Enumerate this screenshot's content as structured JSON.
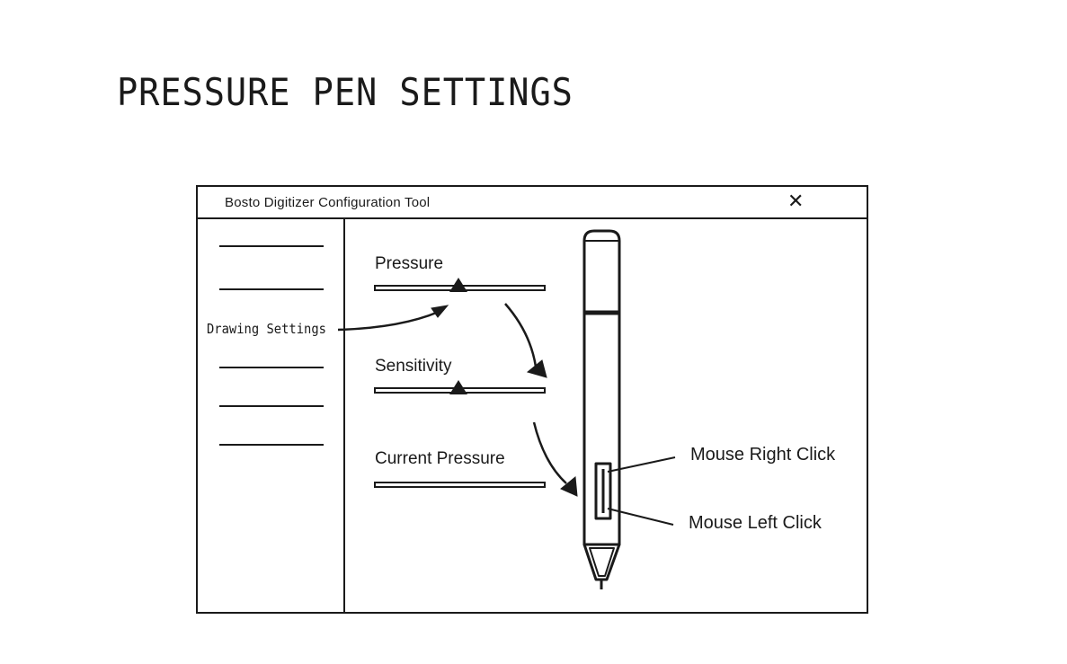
{
  "page": {
    "title": "PRESSURE PEN SETTINGS"
  },
  "window": {
    "title": "Bosto Digitizer Configuration Tool",
    "close_symbol": "✕"
  },
  "sidebar": {
    "active_label": "Drawing Settings"
  },
  "settings": [
    {
      "label": "Pressure",
      "thumb_position": 0.49
    },
    {
      "label": "Sensitivity",
      "thumb_position": 0.49
    },
    {
      "label": "Current Pressure"
    }
  ],
  "pen_callouts": {
    "right_click": "Mouse Right Click",
    "left_click": "Mouse Left Click"
  },
  "colors": {
    "ink": "#1a1a1a",
    "background": "#ffffff"
  }
}
